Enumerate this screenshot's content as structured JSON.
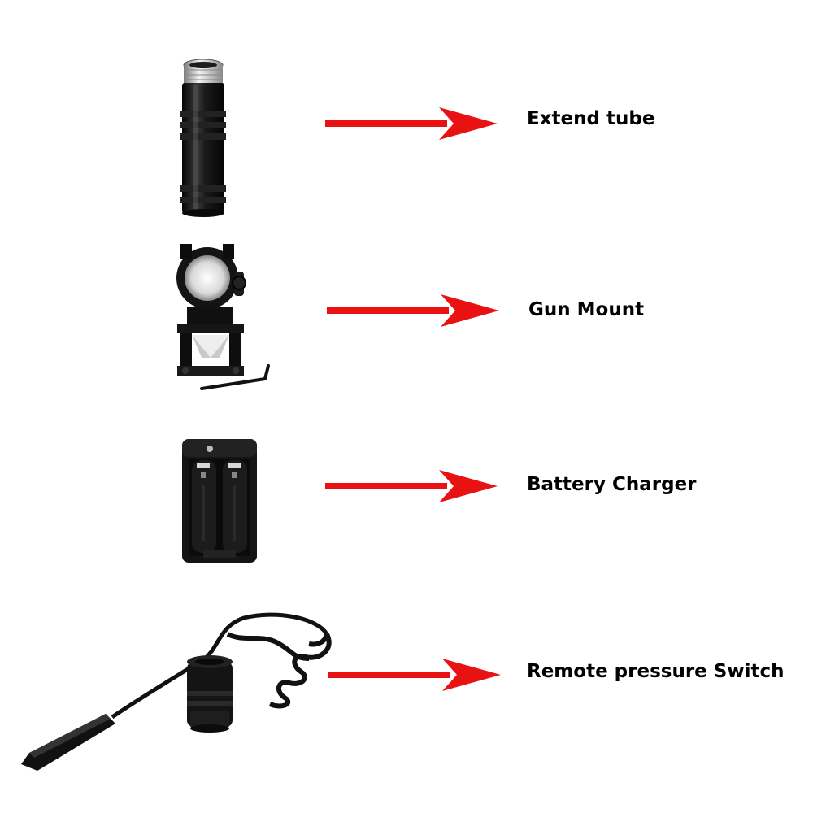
{
  "accessories": [
    {
      "id": "extend-tube",
      "label": "Extend tube",
      "icon": "extend-tube-icon"
    },
    {
      "id": "gun-mount",
      "label": "Gun Mount",
      "icon": "gun-mount-icon"
    },
    {
      "id": "battery-charger",
      "label": "Battery Charger",
      "icon": "battery-charger-icon"
    },
    {
      "id": "remote-switch",
      "label": "Remote pressure Switch",
      "icon": "remote-pressure-switch-icon"
    }
  ],
  "colors": {
    "arrow": "#e81212",
    "product": "#141414",
    "label": "#000000",
    "background": "#ffffff"
  }
}
